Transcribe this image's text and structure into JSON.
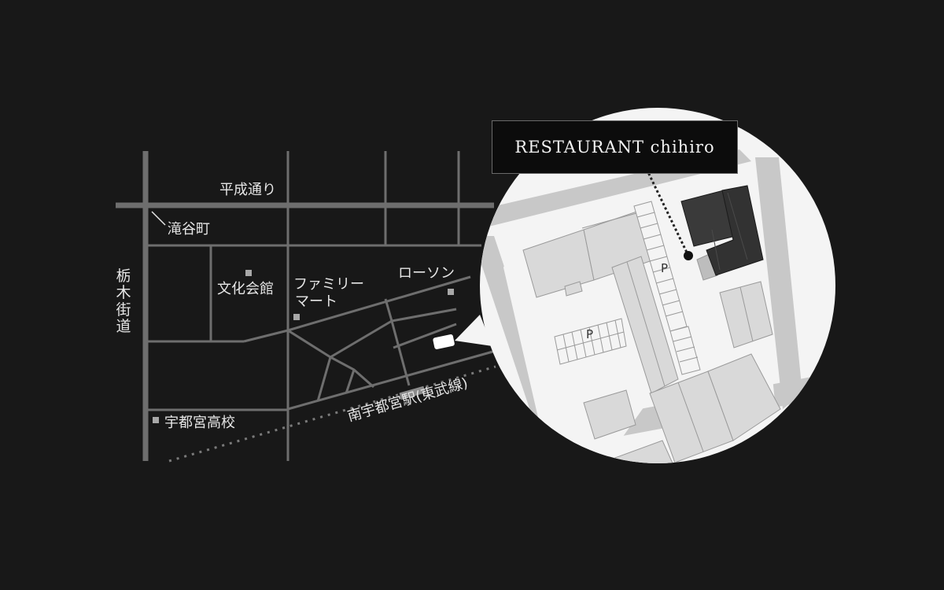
{
  "restaurant_name": "RESTAURANT chihiro",
  "streets": {
    "heisei_dori": "平成通り",
    "tochigi_kaido": "栃木街道"
  },
  "places": {
    "takinoyacho": "滝谷町",
    "bunka_kaikan": "文化会館",
    "familymart_line1": "ファミリー",
    "familymart_line2": "マート",
    "lawson": "ローソン",
    "utsunomiya_high": "宇都宮高校",
    "station": "南宇都宮駅(東武線)"
  },
  "parking_label": "P",
  "colors": {
    "background": "#181818",
    "roads": "#6e6e6e",
    "zoom_circle": "#f4f4f4",
    "zoom_roads": "#c8c8c8",
    "buildings": "#d9d9d9",
    "restaurant_building": "#3a3a3a"
  }
}
